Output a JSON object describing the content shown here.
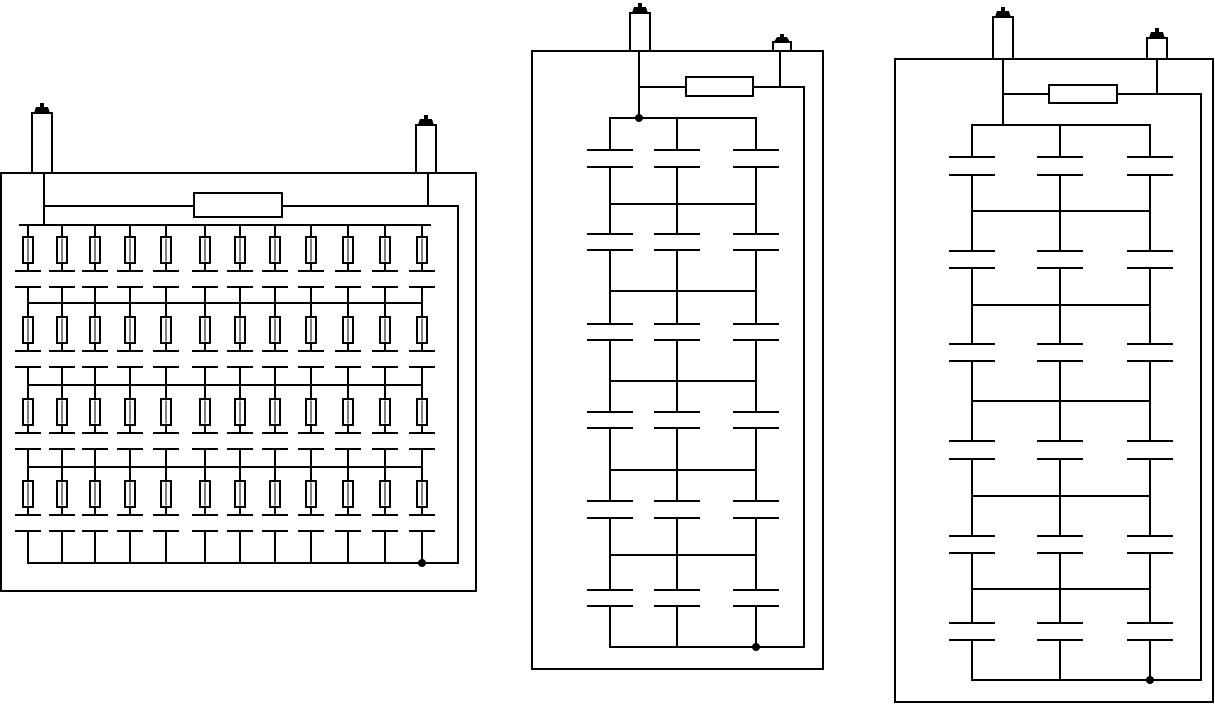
{
  "colors": {
    "stroke": "#000000",
    "resistor_fill": "#ffffff",
    "terminal_fill": "#ffffff",
    "background": "#ffffff"
  },
  "icons": {
    "terminal": "terminal-icon",
    "resistor": "resistor-icon",
    "capacitor": "capacitor-icon",
    "junction": "junction-dot-icon"
  },
  "panels": [
    {
      "id": "panel-1",
      "description_name": "capacitor-bank-with-fuses",
      "columns": 12,
      "rows": 4,
      "element": "fused-capacitor",
      "terminals": 2,
      "discharge_resistor": true
    },
    {
      "id": "panel-2",
      "description_name": "capacitor-bank-three-column",
      "columns": 3,
      "rows": 6,
      "element": "capacitor",
      "terminals": 2,
      "discharge_resistor": true
    },
    {
      "id": "panel-3",
      "description_name": "capacitor-bank-three-column",
      "columns": 3,
      "rows": 6,
      "element": "capacitor",
      "terminals": 2,
      "discharge_resistor": true
    }
  ]
}
